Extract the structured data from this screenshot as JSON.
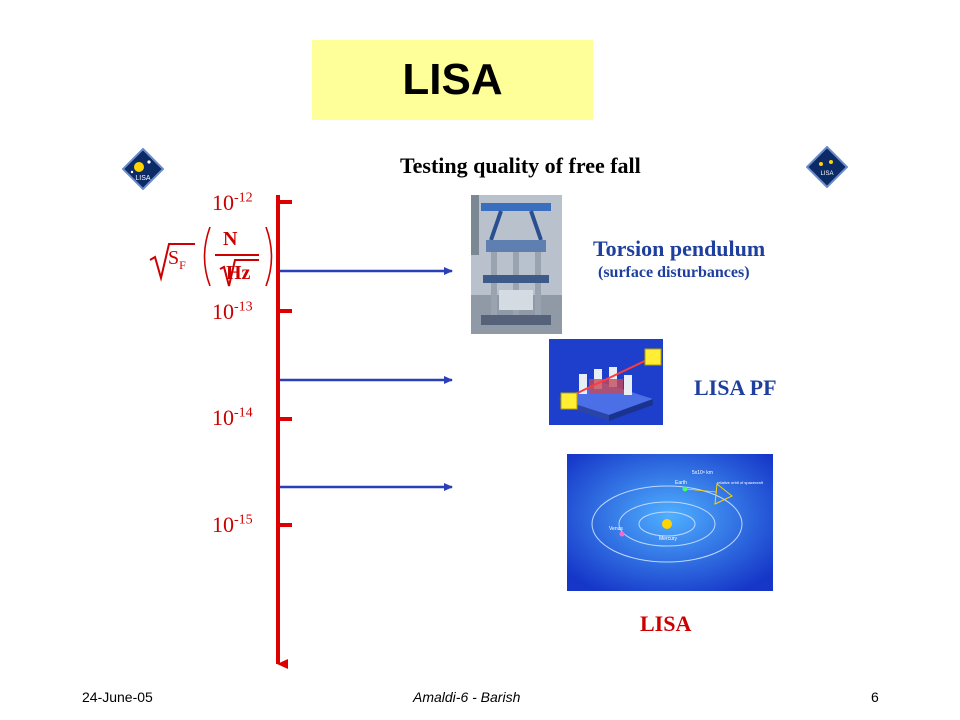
{
  "slide": {
    "title": "LISA",
    "heading": "Testing quality of free fall",
    "axis_ticks": [
      {
        "base": "10",
        "exp": "-12"
      },
      {
        "base": "10",
        "exp": "-13"
      },
      {
        "base": "10",
        "exp": "-14"
      },
      {
        "base": "10",
        "exp": "-15"
      }
    ],
    "formula": {
      "symbol": "S",
      "subscript": "F",
      "numerator": "N",
      "denominator": "Hz"
    },
    "labels": {
      "torsion": "Torsion pendulum",
      "torsion_sub": "(surface disturbances)",
      "lisa_pf": "LISA PF",
      "lisa": "LISA"
    },
    "logo_text": "LISA",
    "orbit_labels": {
      "earth": "Earth",
      "venus": "Venus",
      "mercury": "Mercury",
      "distance": "5x10⁶ km",
      "orbit": "relative orbit of spacecraft"
    }
  },
  "footer": {
    "date": "24-June-05",
    "center": "Amaldi-6 -  Barish",
    "page": "6"
  },
  "colors": {
    "axis": "#dd0000",
    "arrow": "#2b3fb8",
    "title_bg": "#ffff99",
    "lisa_bg": "#1a5fe0"
  }
}
